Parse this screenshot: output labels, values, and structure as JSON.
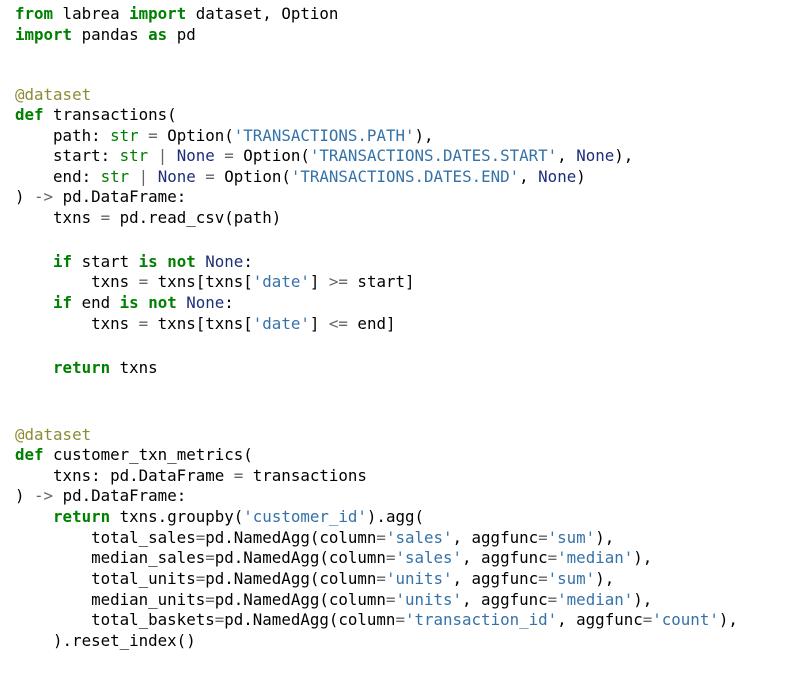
{
  "colors": {
    "background": "#ffffff",
    "keyword": "#008000",
    "string": "#3572a8",
    "builtin": "#008000",
    "decorator": "#8b8b35",
    "operator": "#666666",
    "none": "#1d2e79",
    "text": "#000000"
  },
  "code": {
    "lines": [
      [
        [
          "k",
          "from"
        ],
        [
          "t",
          " labrea "
        ],
        [
          "k",
          "import"
        ],
        [
          "t",
          " dataset, Option"
        ]
      ],
      [
        [
          "k",
          "import"
        ],
        [
          "t",
          " pandas "
        ],
        [
          "k",
          "as"
        ],
        [
          "t",
          " pd"
        ]
      ],
      [],
      [],
      [
        [
          "d",
          "@dataset"
        ]
      ],
      [
        [
          "k",
          "def"
        ],
        [
          "t",
          " transactions("
        ]
      ],
      [
        [
          "t",
          "    path: "
        ],
        [
          "b",
          "str"
        ],
        [
          "t",
          " "
        ],
        [
          "o",
          "="
        ],
        [
          "t",
          " Option("
        ],
        [
          "s",
          "'TRANSACTIONS.PATH'"
        ],
        [
          "t",
          "),"
        ]
      ],
      [
        [
          "t",
          "    start: "
        ],
        [
          "b",
          "str"
        ],
        [
          "t",
          " "
        ],
        [
          "o",
          "|"
        ],
        [
          "t",
          " "
        ],
        [
          "nn",
          "None"
        ],
        [
          "t",
          " "
        ],
        [
          "o",
          "="
        ],
        [
          "t",
          " Option("
        ],
        [
          "s",
          "'TRANSACTIONS.DATES.START'"
        ],
        [
          "t",
          ", "
        ],
        [
          "nn",
          "None"
        ],
        [
          "t",
          "),"
        ]
      ],
      [
        [
          "t",
          "    end: "
        ],
        [
          "b",
          "str"
        ],
        [
          "t",
          " "
        ],
        [
          "o",
          "|"
        ],
        [
          "t",
          " "
        ],
        [
          "nn",
          "None"
        ],
        [
          "t",
          " "
        ],
        [
          "o",
          "="
        ],
        [
          "t",
          " Option("
        ],
        [
          "s",
          "'TRANSACTIONS.DATES.END'"
        ],
        [
          "t",
          ", "
        ],
        [
          "nn",
          "None"
        ],
        [
          "t",
          ")"
        ]
      ],
      [
        [
          "t",
          ") "
        ],
        [
          "o",
          "->"
        ],
        [
          "t",
          " pd.DataFrame:"
        ]
      ],
      [
        [
          "t",
          "    txns "
        ],
        [
          "o",
          "="
        ],
        [
          "t",
          " pd.read_csv(path)"
        ]
      ],
      [],
      [
        [
          "t",
          "    "
        ],
        [
          "k",
          "if"
        ],
        [
          "t",
          " start "
        ],
        [
          "k",
          "is"
        ],
        [
          "t",
          " "
        ],
        [
          "k",
          "not"
        ],
        [
          "t",
          " "
        ],
        [
          "nn",
          "None"
        ],
        [
          "t",
          ":"
        ]
      ],
      [
        [
          "t",
          "        txns "
        ],
        [
          "o",
          "="
        ],
        [
          "t",
          " txns[txns["
        ],
        [
          "s",
          "'date'"
        ],
        [
          "t",
          "] "
        ],
        [
          "o",
          ">="
        ],
        [
          "t",
          " start]"
        ]
      ],
      [
        [
          "t",
          "    "
        ],
        [
          "k",
          "if"
        ],
        [
          "t",
          " end "
        ],
        [
          "k",
          "is"
        ],
        [
          "t",
          " "
        ],
        [
          "k",
          "not"
        ],
        [
          "t",
          " "
        ],
        [
          "nn",
          "None"
        ],
        [
          "t",
          ":"
        ]
      ],
      [
        [
          "t",
          "        txns "
        ],
        [
          "o",
          "="
        ],
        [
          "t",
          " txns[txns["
        ],
        [
          "s",
          "'date'"
        ],
        [
          "t",
          "] "
        ],
        [
          "o",
          "<="
        ],
        [
          "t",
          " end]"
        ]
      ],
      [],
      [
        [
          "t",
          "    "
        ],
        [
          "k",
          "return"
        ],
        [
          "t",
          " txns"
        ]
      ],
      [],
      [],
      [
        [
          "d",
          "@dataset"
        ]
      ],
      [
        [
          "k",
          "def"
        ],
        [
          "t",
          " customer_txn_metrics("
        ]
      ],
      [
        [
          "t",
          "    txns: pd.DataFrame "
        ],
        [
          "o",
          "="
        ],
        [
          "t",
          " transactions"
        ]
      ],
      [
        [
          "t",
          ") "
        ],
        [
          "o",
          "->"
        ],
        [
          "t",
          " pd.DataFrame:"
        ]
      ],
      [
        [
          "t",
          "    "
        ],
        [
          "k",
          "return"
        ],
        [
          "t",
          " txns.groupby("
        ],
        [
          "s",
          "'customer_id'"
        ],
        [
          "t",
          ").agg("
        ]
      ],
      [
        [
          "t",
          "        total_sales"
        ],
        [
          "o",
          "="
        ],
        [
          "t",
          "pd.NamedAgg(column"
        ],
        [
          "o",
          "="
        ],
        [
          "s",
          "'sales'"
        ],
        [
          "t",
          ", aggfunc"
        ],
        [
          "o",
          "="
        ],
        [
          "s",
          "'sum'"
        ],
        [
          "t",
          "),"
        ]
      ],
      [
        [
          "t",
          "        median_sales"
        ],
        [
          "o",
          "="
        ],
        [
          "t",
          "pd.NamedAgg(column"
        ],
        [
          "o",
          "="
        ],
        [
          "s",
          "'sales'"
        ],
        [
          "t",
          ", aggfunc"
        ],
        [
          "o",
          "="
        ],
        [
          "s",
          "'median'"
        ],
        [
          "t",
          "),"
        ]
      ],
      [
        [
          "t",
          "        total_units"
        ],
        [
          "o",
          "="
        ],
        [
          "t",
          "pd.NamedAgg(column"
        ],
        [
          "o",
          "="
        ],
        [
          "s",
          "'units'"
        ],
        [
          "t",
          ", aggfunc"
        ],
        [
          "o",
          "="
        ],
        [
          "s",
          "'sum'"
        ],
        [
          "t",
          "),"
        ]
      ],
      [
        [
          "t",
          "        median_units"
        ],
        [
          "o",
          "="
        ],
        [
          "t",
          "pd.NamedAgg(column"
        ],
        [
          "o",
          "="
        ],
        [
          "s",
          "'units'"
        ],
        [
          "t",
          ", aggfunc"
        ],
        [
          "o",
          "="
        ],
        [
          "s",
          "'median'"
        ],
        [
          "t",
          "),"
        ]
      ],
      [
        [
          "t",
          "        total_baskets"
        ],
        [
          "o",
          "="
        ],
        [
          "t",
          "pd.NamedAgg(column"
        ],
        [
          "o",
          "="
        ],
        [
          "s",
          "'transaction_id'"
        ],
        [
          "t",
          ", aggfunc"
        ],
        [
          "o",
          "="
        ],
        [
          "s",
          "'count'"
        ],
        [
          "t",
          "),"
        ]
      ],
      [
        [
          "t",
          "    ).reset_index()"
        ]
      ]
    ]
  }
}
